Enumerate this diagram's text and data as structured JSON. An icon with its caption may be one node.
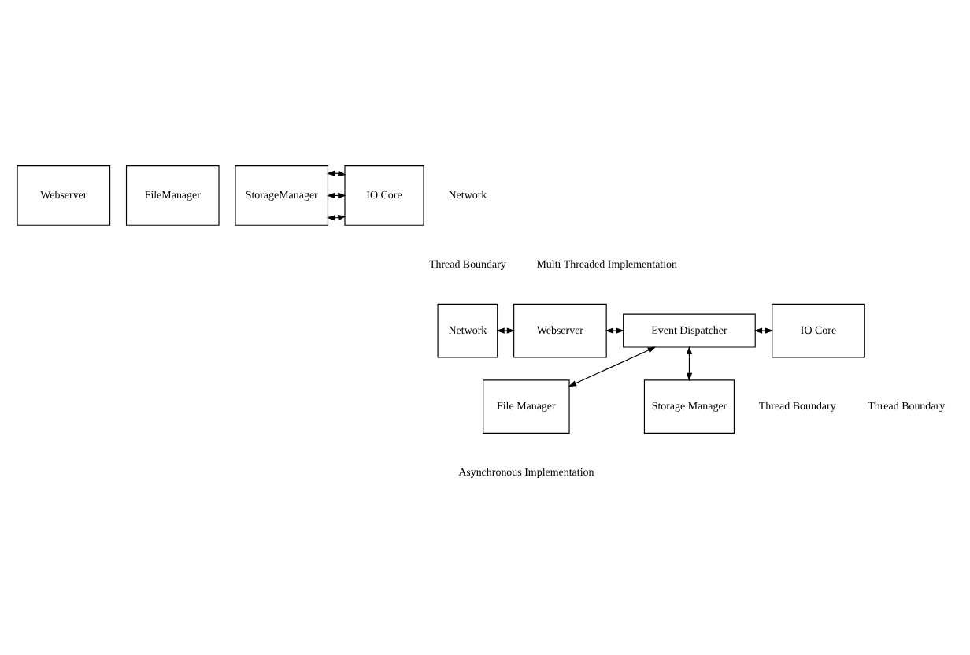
{
  "diagram": {
    "nodes": [
      {
        "text": [
          "Webserver"
        ]
      },
      {
        "text": [
          "FileManager"
        ]
      },
      {
        "text": [
          "StorageManager"
        ]
      },
      {
        "text": [
          "IO Core"
        ]
      },
      {
        "text": [
          "Network"
        ]
      },
      {
        "text": [
          "Webserver"
        ]
      },
      {
        "text": [
          "Event Dispatcher"
        ]
      },
      {
        "text": [
          "IO Core"
        ]
      },
      {
        "text": [
          "File Manager"
        ]
      },
      {
        "text": [
          "Storage Manager"
        ]
      }
    ],
    "edges": [
      {
        "from": 2,
        "to": 3,
        "arrow": "both"
      },
      {
        "from": 2,
        "to": 3,
        "arrow": "both"
      },
      {
        "from": 2,
        "to": 3,
        "arrow": "both"
      },
      {
        "from": 4,
        "to": 5,
        "arrow": "both"
      },
      {
        "from": 5,
        "to": 6,
        "arrow": "both"
      },
      {
        "from": 6,
        "to": 7,
        "arrow": "both"
      },
      {
        "from": 6,
        "to": 8,
        "arrow": "both"
      },
      {
        "from": 6,
        "to": 9,
        "arrow": "both"
      }
    ],
    "labels": [
      "Network",
      "Thread Boundary",
      "Multi Threaded Implementation",
      "Thread Boundary",
      "Thread Boundary",
      "Asynchronous Implementation"
    ]
  }
}
